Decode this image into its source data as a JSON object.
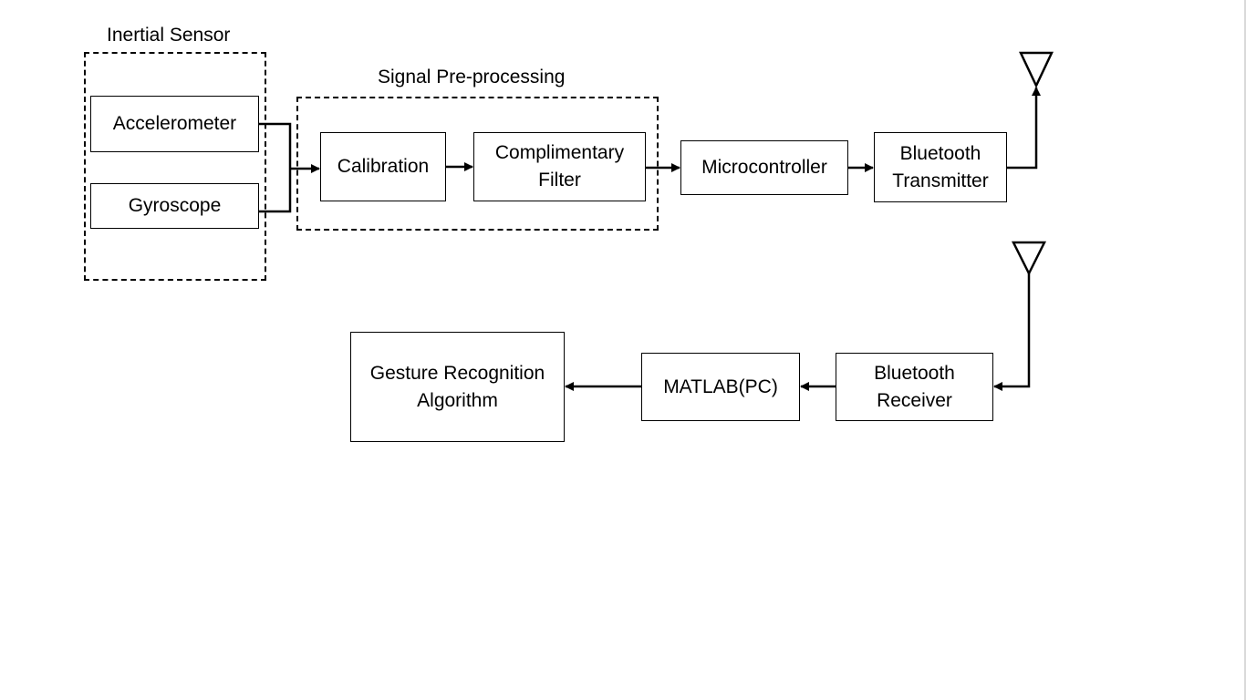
{
  "diagram": {
    "groups": {
      "inertial_sensor": {
        "title": "Inertial Sensor"
      },
      "signal_preprocessing": {
        "title": "Signal Pre-processing"
      }
    },
    "blocks": {
      "accelerometer": "Accelerometer",
      "gyroscope": "Gyroscope",
      "calibration": "Calibration",
      "complimentary_filter_line1": "Complimentary",
      "complimentary_filter_line2": "Filter",
      "microcontroller": "Microcontroller",
      "bt_transmitter_line1": "Bluetooth",
      "bt_transmitter_line2": "Transmitter",
      "bt_receiver_line1": "Bluetooth",
      "bt_receiver_line2": "Receiver",
      "matlab": "MATLAB(PC)",
      "gesture_line1": "Gesture Recognition",
      "gesture_line2": "Algorithm"
    },
    "icons": [
      "antenna-icon",
      "antenna-icon"
    ],
    "colors": {
      "line": "#000000",
      "background": "#ffffff"
    }
  }
}
